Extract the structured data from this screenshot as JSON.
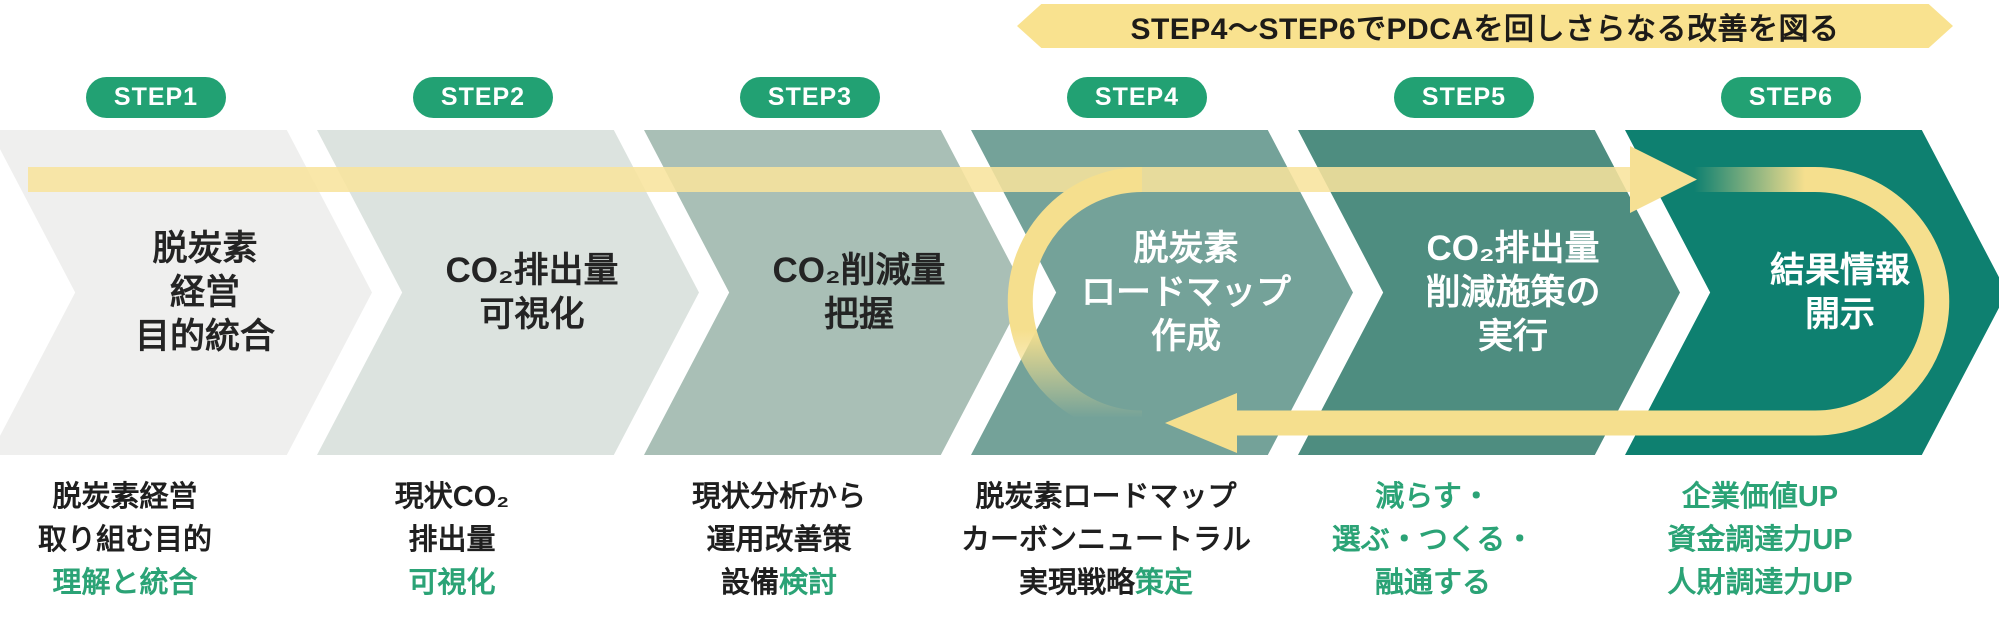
{
  "banner": {
    "text": "STEP4〜STEP6でPDCAを回しさらなる改善を図る"
  },
  "colors": {
    "banner_yellow": "#F9E28F",
    "arrow_yellow": "#F5DF8E",
    "band_yellow": "#F8E49C",
    "badge_green": "#22A173",
    "green": "#2BA376",
    "dark": "#1F1F1F",
    "title_dark": "#242424",
    "title_white": "#FFFFFF"
  },
  "steps": [
    {
      "badge": "STEP1",
      "fill": "#EFEFEE",
      "title_color": "#242424",
      "title_lines": [
        "脱炭素",
        "経営",
        "目的統合"
      ],
      "caption_lines": [
        [
          {
            "t": "脱炭素経営",
            "c": "dark"
          }
        ],
        [
          {
            "t": "取り組む目的",
            "c": "dark"
          }
        ],
        [
          {
            "t": "理解と統合",
            "c": "green"
          }
        ]
      ]
    },
    {
      "badge": "STEP2",
      "fill": "#DCE3DF",
      "title_color": "#242424",
      "title_lines": [
        "CO₂排出量",
        "可視化"
      ],
      "caption_lines": [
        [
          {
            "t": "現状CO₂",
            "c": "dark"
          }
        ],
        [
          {
            "t": "排出量",
            "c": "dark"
          }
        ],
        [
          {
            "t": "可視化",
            "c": "green"
          }
        ]
      ]
    },
    {
      "badge": "STEP3",
      "fill": "#A9BFB6",
      "title_color": "#242424",
      "title_lines": [
        "CO₂削減量",
        "把握"
      ],
      "caption_lines": [
        [
          {
            "t": "現状分析から",
            "c": "dark"
          }
        ],
        [
          {
            "t": "運用改善策",
            "c": "dark"
          }
        ],
        [
          {
            "t": "設備",
            "c": "dark"
          },
          {
            "t": "検討",
            "c": "green"
          }
        ]
      ]
    },
    {
      "badge": "STEP4",
      "fill": "#74A299",
      "title_color": "#FFFFFF",
      "title_lines": [
        "脱炭素",
        "ロードマップ",
        "作成"
      ],
      "caption_lines": [
        [
          {
            "t": "脱炭素ロードマップ",
            "c": "dark"
          }
        ],
        [
          {
            "t": "カーボンニュートラル",
            "c": "dark"
          }
        ],
        [
          {
            "t": "実現戦略",
            "c": "dark"
          },
          {
            "t": "策定",
            "c": "green"
          }
        ]
      ]
    },
    {
      "badge": "STEP5",
      "fill": "#4E8D80",
      "title_color": "#FFFFFF",
      "title_lines": [
        "CO₂排出量",
        "削減施策の",
        "実行"
      ],
      "caption_lines": [
        [
          {
            "t": "減らす・",
            "c": "green"
          }
        ],
        [
          {
            "t": "選ぶ・つくる・",
            "c": "green"
          }
        ],
        [
          {
            "t": "融通する",
            "c": "green"
          }
        ]
      ]
    },
    {
      "badge": "STEP6",
      "fill": "#0E8070",
      "title_color": "#FFFFFF",
      "title_lines": [
        "結果情報",
        "開示"
      ],
      "caption_lines": [
        [
          {
            "t": "企業価値UP",
            "c": "green"
          }
        ],
        [
          {
            "t": "資金調達力UP",
            "c": "green"
          }
        ],
        [
          {
            "t": "人財調達力UP",
            "c": "green"
          }
        ]
      ]
    }
  ]
}
